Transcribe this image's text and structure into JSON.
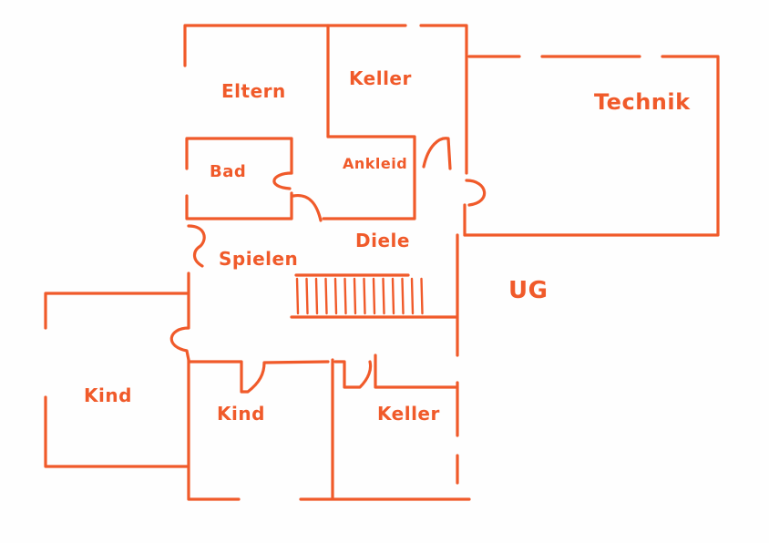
{
  "plan": {
    "color": "#f05a2a",
    "rooms": {
      "eltern": "Eltern",
      "keller_top": "Keller",
      "technik": "Technik",
      "bad": "Bad",
      "ankleide": "Ankleid",
      "diele": "Diele",
      "spielen": "Spielen",
      "ug": "UG",
      "kind_left": "Kind",
      "kind_middle": "Kind",
      "keller_bottom": "Keller"
    }
  }
}
